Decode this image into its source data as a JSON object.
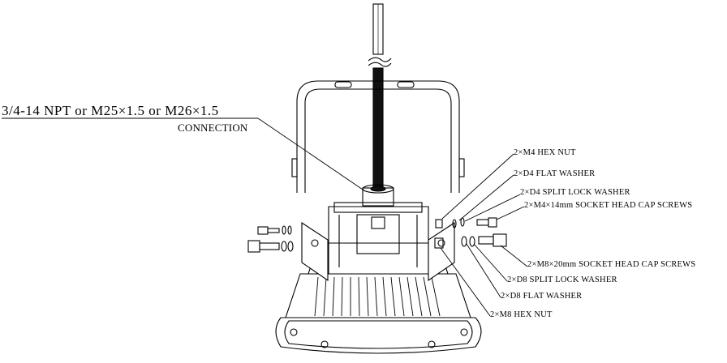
{
  "callouts": {
    "connection_line1": "3/4-14 NPT or M25×1.5 or M26×1.5",
    "connection_line2": "CONNECTION",
    "m4_hex_nut": "2×M4 HEX NUT",
    "d4_flat_washer": "2×D4 FLAT WASHER",
    "d4_split_lock_washer": "2×D4 SPLIT LOCK WASHER",
    "m4_screws": "2×M4×14mm  SOCKET HEAD CAP SCREWS",
    "m8_screws": "2×M8×20mm  SOCKET HEAD CAP SCREWS",
    "d8_split_lock_washer": "2×D8 SPLIT LOCK WASHER",
    "d8_flat_washer": "2×D8 FLAT WASHER",
    "m8_hex_nut": "2×M8 HEX NUT"
  },
  "colors": {
    "line": "#000000",
    "background": "#ffffff"
  }
}
